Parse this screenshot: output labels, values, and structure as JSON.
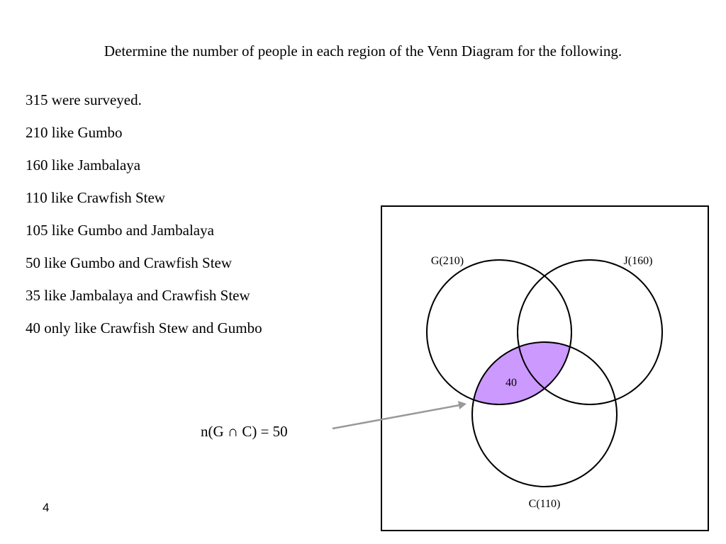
{
  "title": "Determine the number of people in each region of the Venn Diagram for the following.",
  "facts": [
    "315 were surveyed.",
    "210 like Gumbo",
    "160 like Jambalaya",
    "110 like Crawfish Stew",
    "105 like Gumbo and Jambalaya",
    "50 like Gumbo and Crawfish Stew",
    "35 like Jambalaya and Crawfish Stew",
    "40 only like Crawfish Stew and Gumbo"
  ],
  "equation": "n(G ∩ C) = 50",
  "venn": {
    "sets": {
      "g": "G(210)",
      "j": "J(160)",
      "c": "C(110)"
    },
    "region_g_and_c_only": "40",
    "highlight_color": "#cc99ff",
    "arrow_color": "#999999"
  },
  "slide_number": "4"
}
